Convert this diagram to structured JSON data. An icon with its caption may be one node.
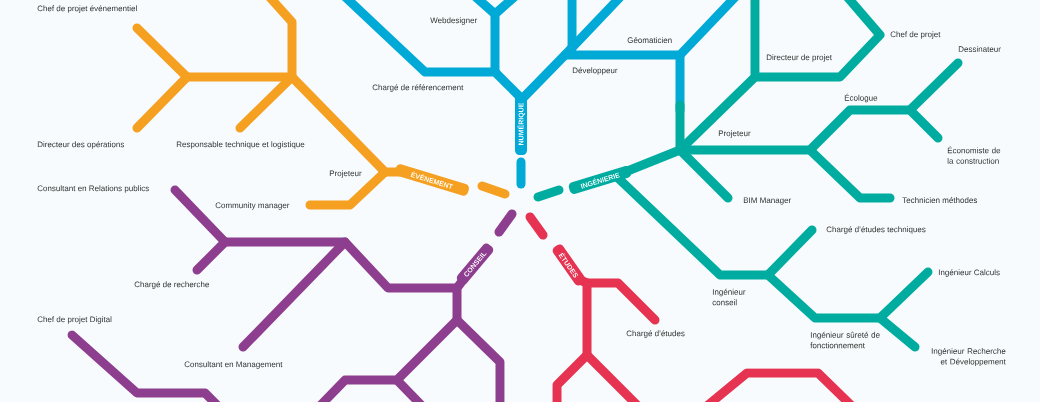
{
  "diagram": {
    "nodes": [
      {
        "text": [
          "NUMÉRIQUE"
        ]
      },
      {
        "text": [
          "ÉVÉNEMENT"
        ]
      },
      {
        "text": [
          "INGÉNIERIE"
        ]
      },
      {
        "text": [
          "CONSEIL"
        ]
      },
      {
        "text": [
          "ÉTUDES"
        ]
      }
    ],
    "labels": [
      "Chef de projet événementiel",
      "Webdesigner",
      "Chef de projet",
      "Géomaticien",
      "Dessinateur",
      "Directeur de projet",
      "Développeur",
      "Chargé de référencement",
      "Écologue",
      "Projeteur",
      "Directeur des opérations",
      "Responsable technique et logistique",
      "Économiste de la construction",
      "Projeteur",
      "Consultant en Relations publics",
      "Technicien méthodes",
      "BIM Manager",
      "Community manager",
      "Chargé d’études techniques",
      "Ingénieur Calculs",
      "Chargé de recherche",
      "Ingénieur conseil",
      "Chef de projet Digital",
      "Chargé d’études",
      "Ingénieur sûreté de fonctionnement",
      "Ingénieur Recherche et Développement",
      "Consultant en Management"
    ]
  }
}
